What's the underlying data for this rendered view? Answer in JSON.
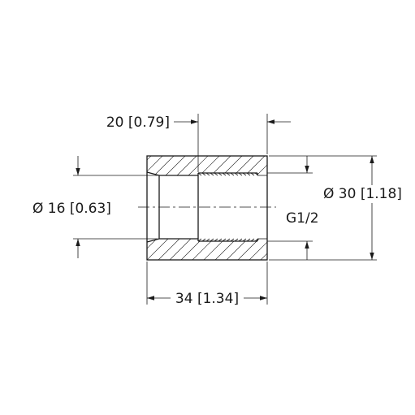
{
  "dimensions": {
    "bore_depth": "20 [0.79]",
    "bore_diameter": "Ø 16 [0.63]",
    "outer_diameter": "Ø 30 [1.18]",
    "thread": "G1/2",
    "overall_length": "34 [1.34]"
  },
  "colors": {
    "line": "#1a1a1a",
    "background": "#ffffff"
  }
}
